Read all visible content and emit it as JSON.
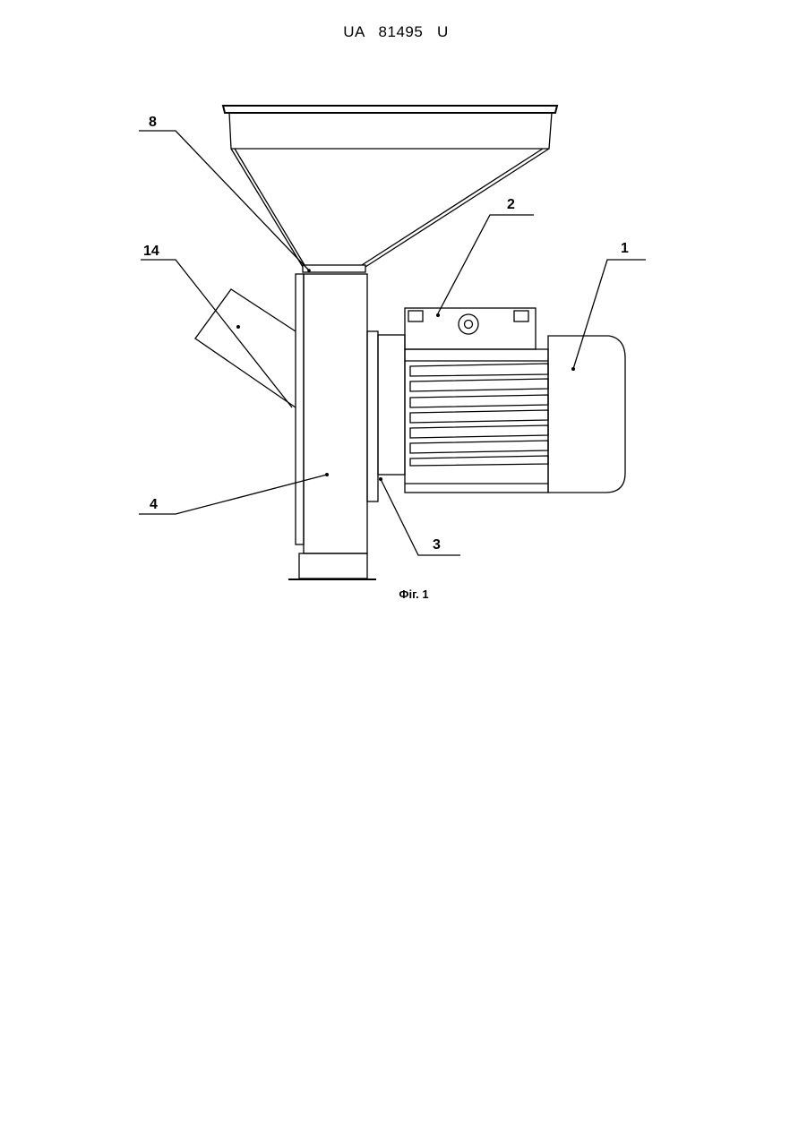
{
  "document": {
    "header": "UA   81495   U"
  },
  "figure": {
    "caption": "Фіг. 1",
    "callouts": {
      "c1": "1",
      "c2": "2",
      "c3": "3",
      "c4": "4",
      "c8": "8",
      "c14": "14"
    }
  }
}
